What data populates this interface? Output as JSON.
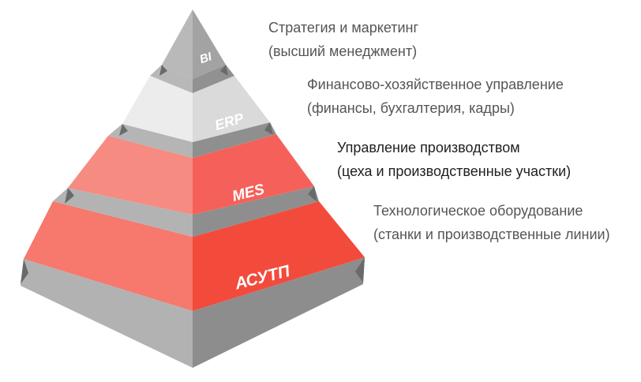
{
  "tiers": [
    {
      "label": "BI",
      "title": "Стратегия и маркетинг",
      "subtitle": "(высший менеджмент)",
      "color": "#a8a8a8"
    },
    {
      "label": "ERP",
      "title": "Финансово-хозяйственное управление",
      "subtitle": "(финансы, бухгалтерия, кадры)",
      "color": "#e3e3e3"
    },
    {
      "label": "MES",
      "title": "Управление производством",
      "subtitle": "(цеха и производственные участки)",
      "color": "#f5615a"
    },
    {
      "label": "АСУТП",
      "title": "Технологическое оборудование",
      "subtitle": "(станки и производственные линии)",
      "color": "#f24b3c"
    }
  ],
  "colors": {
    "stone_light": "#b3b3b3",
    "stone_dark": "#8e8e8e",
    "text": "#555555",
    "text_emphasis": "#1f1f1f"
  }
}
